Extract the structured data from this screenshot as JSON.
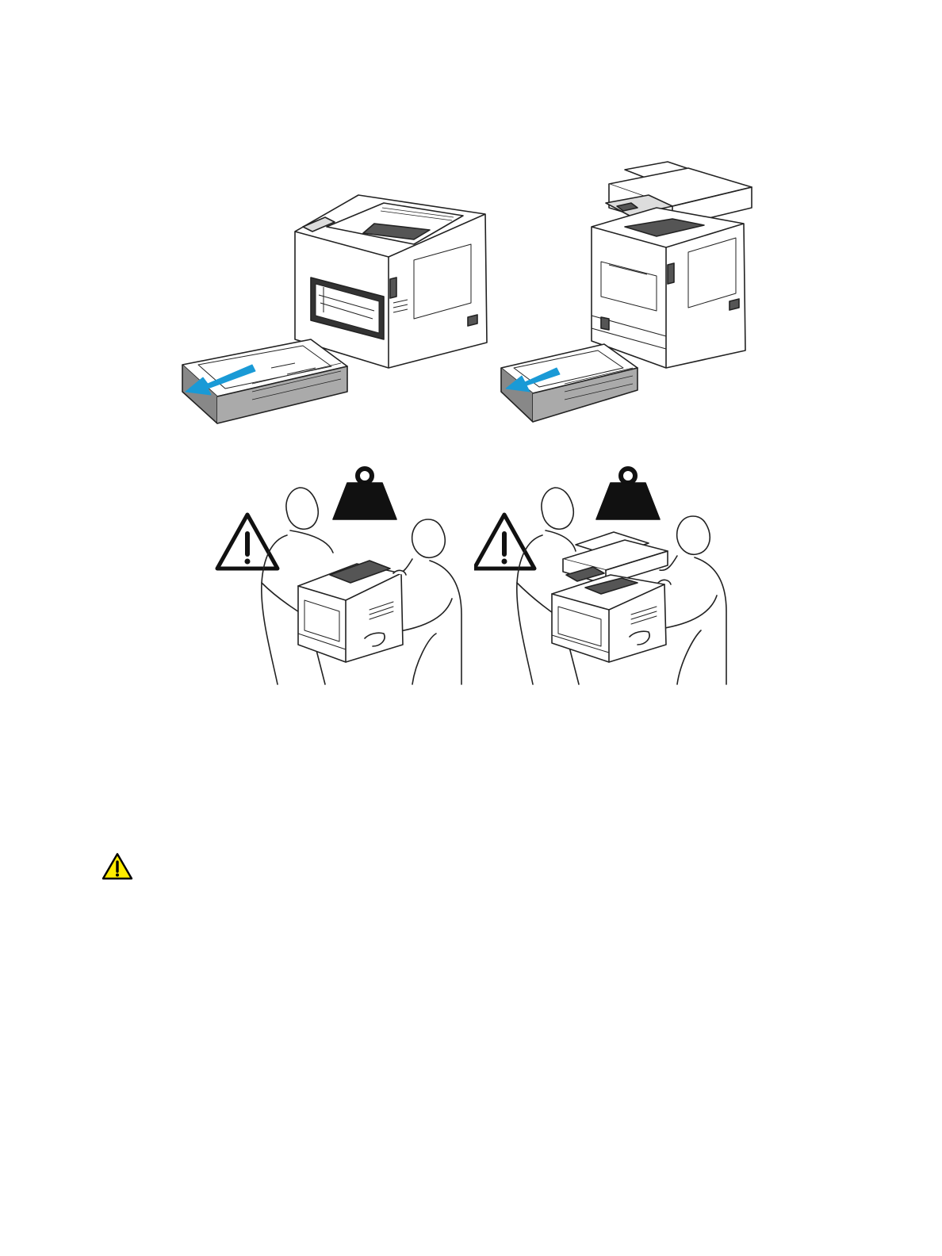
{
  "figures": {
    "top_left": {
      "icon": "printer-tray-removal-illustration",
      "arrow_color": "#1a9ad6"
    },
    "top_right": {
      "icon": "mfp-tray-removal-illustration",
      "arrow_color": "#1a9ad6"
    },
    "bottom_left": {
      "icon": "two-person-lift-printer-illustration"
    },
    "bottom_right": {
      "icon": "two-person-lift-mfp-illustration"
    }
  },
  "caution": {
    "icon": "caution-triangle-icon",
    "fill_color": "#ffec00",
    "stroke_color": "#000000"
  }
}
